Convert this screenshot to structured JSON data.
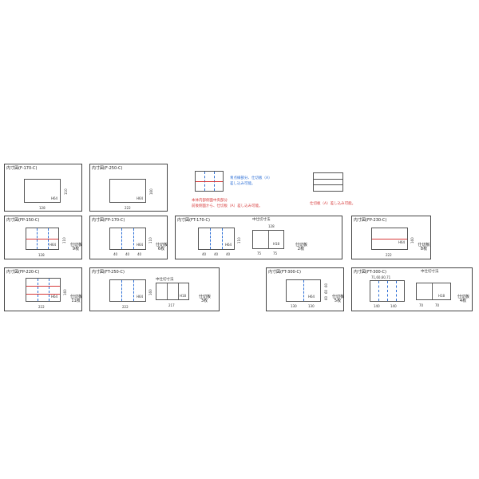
{
  "panels": {
    "p1": {
      "title": "内寸図(F-170-C)",
      "w": "128",
      "h": "110",
      "label": "H64"
    },
    "p2": {
      "title": "内寸図(F-250-C)",
      "w": "222",
      "h": "160",
      "label": "H64"
    },
    "p3": {
      "title": "内寸図(FP-150-C)",
      "w": "128",
      "h": "110",
      "label": "H64",
      "cnt": "仕切板\n9枚"
    },
    "p4": {
      "title": "内寸図(FP-170-C)",
      "w1": "40",
      "w2": "40",
      "w3": "40",
      "h": "110",
      "label": "H64",
      "cnt": "仕切板\n6枚"
    },
    "p5": {
      "title": "内寸図(FT-170-C)",
      "subtitle": "中仕切寸法",
      "w1": "40",
      "w2": "40",
      "w3": "40",
      "h": "110",
      "label": "H64",
      "sw": "128",
      "sw1": "75",
      "sw2": "75",
      "slabel": "H18",
      "cnt": "仕切板\n2枚"
    },
    "p6": {
      "title": "内寸図(FP-230-C)",
      "w": "222",
      "h": "160",
      "label": "H64",
      "cnt": "仕切板\n8枚"
    },
    "p7": {
      "title": "内寸図(FP-220-C)",
      "w": "222",
      "h": "160",
      "label": "H64",
      "cnt": "仕切板\n11枚"
    },
    "p8": {
      "title": "内寸図(FT-250-C)",
      "subtitle": "中仕切寸法",
      "w": "222",
      "sw": "217",
      "h": "160",
      "label": "H64",
      "slabel": "H18",
      "cnt": "仕切板\n3枚"
    },
    "p9": {
      "title": "内寸図(FT-300-C)",
      "w1": "130",
      "w2": "130",
      "h1": "60",
      "h2": "60",
      "h3": "60",
      "label": "H64",
      "cnt": "仕切板\n5枚"
    },
    "p10": {
      "title": "内寸図(FT-300-C)",
      "subtitle": "中仕切寸法",
      "w1": "140",
      "w2": "140",
      "top": "71,60,60,71",
      "slabel": "H18",
      "sw1": "70",
      "sw2": "70",
      "cnt": "仕切板\n4枚"
    }
  },
  "legend": {
    "blue1": "青点線部分、仕切板（A）",
    "blue2": "差し込み可能。",
    "red1": "本体内部側面中央部分",
    "red2": "前後側面から、仕切板（A）差し込み可能。",
    "red3": "仕切板（A）差し込み可能。"
  },
  "colors": {
    "blue": "#2d6fd6",
    "red": "#d63a3a"
  }
}
